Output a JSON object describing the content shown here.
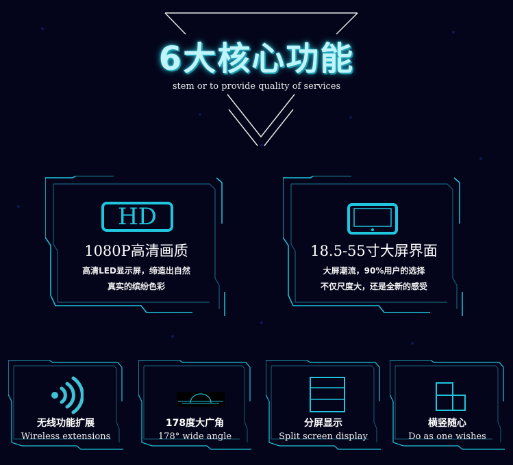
{
  "header": {
    "title": "6大核心功能",
    "subtitle": "stem or to provide quality of services"
  },
  "big_cards": [
    {
      "icon": "hd-icon",
      "icon_text": "HD",
      "title": "1080P高清画质",
      "lines": [
        "高清LED显示屏，缔造出自然",
        "真实的缤纷色彩"
      ]
    },
    {
      "icon": "tablet-screen-icon",
      "title": "18.5-55寸大屏界面",
      "lines": [
        "大屏潮流，90%用户的选择",
        "不仅尺度大，还是全新的感受"
      ]
    }
  ],
  "small_cards": [
    {
      "icon": "wireless-icon",
      "title": "无线功能扩展",
      "subtitle": "Wireless extensions"
    },
    {
      "icon": "wide-angle-icon",
      "title": "178度大广角",
      "subtitle": "178° wide angle"
    },
    {
      "icon": "split-screen-icon",
      "title": "分屏显示",
      "subtitle": "Split screen display"
    },
    {
      "icon": "rotate-layout-icon",
      "title": "横竖随心",
      "subtitle": "Do as one wishes"
    }
  ],
  "colors": {
    "accent": "#1fc6de",
    "background": "#04051a"
  }
}
